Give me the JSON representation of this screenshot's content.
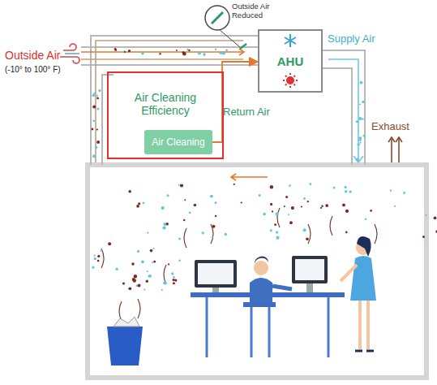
{
  "diagram": {
    "nodes": [
      {
        "text": [
          "Air Cleaning Efficiency"
        ]
      },
      {
        "text": [
          "Air Cleaning"
        ],
        "in": 0
      },
      {
        "text": [
          "AHU"
        ]
      }
    ],
    "edges": [
      {
        "from": 1,
        "to": 2,
        "arrow": "to"
      }
    ],
    "labels": [
      "Outside Air",
      "(-10° to 100° F)",
      "Outside Air Reduced",
      "Supply Air",
      "Return Air",
      "Exhaust"
    ]
  }
}
